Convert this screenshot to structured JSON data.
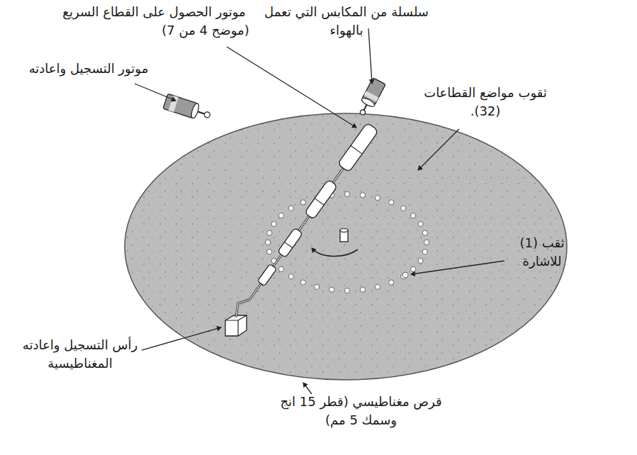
{
  "diagram": {
    "labels": [
      "موتور الحصول على القطاع السريع",
      "سلسلة من المكابس التي تعمل بالهواء",
      "(موضح 4 من 7)",
      "موتور التسجيل واعادته",
      "ثقوب مواضع القطاعات (32).",
      "ثقب (1) للاشارة",
      "رأس التسجيل واعادته المغناطيسية",
      "قرص مغناطيسي (قطر 15 انج وسمك 5 مم)"
    ]
  }
}
